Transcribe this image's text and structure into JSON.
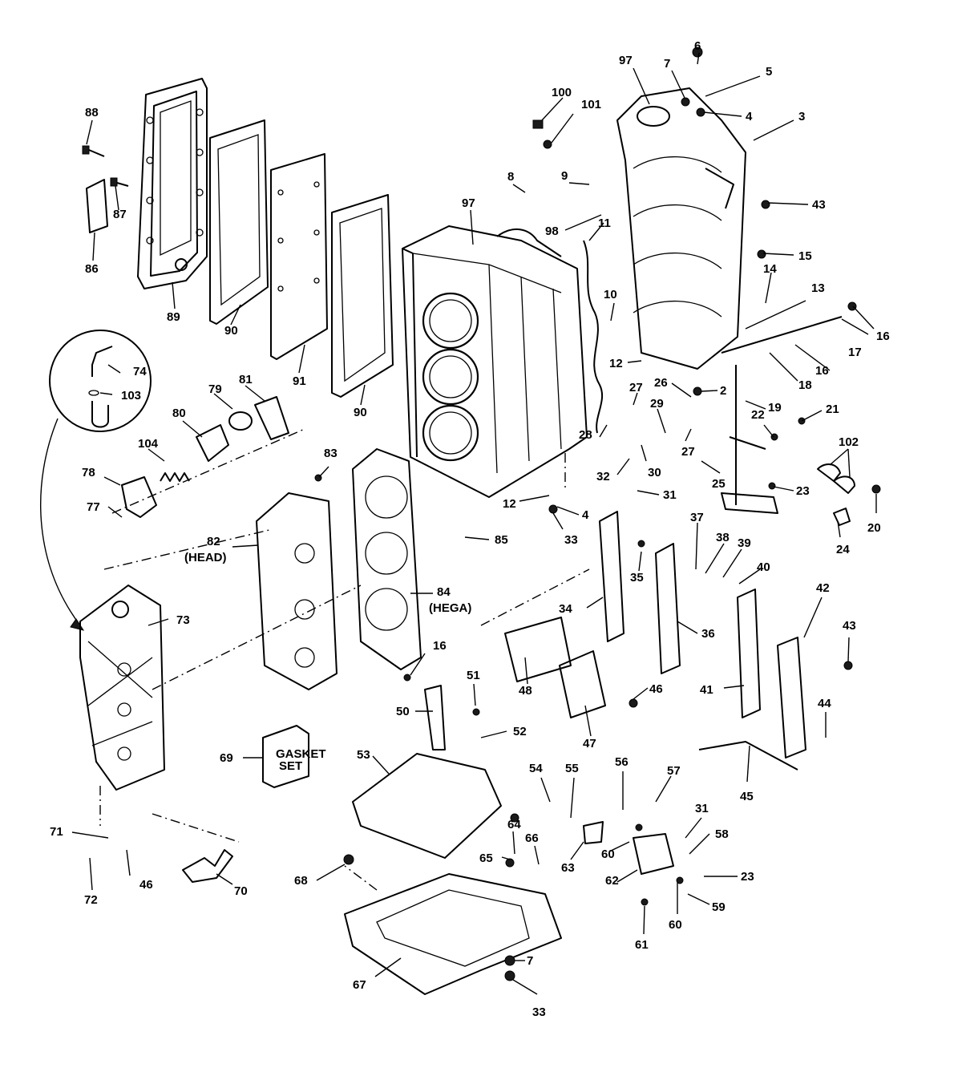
{
  "diagram": {
    "callouts": [
      {
        "id": "c97a",
        "text": "97"
      },
      {
        "id": "c6",
        "text": "6"
      },
      {
        "id": "c7a",
        "text": "7"
      },
      {
        "id": "c5",
        "text": "5"
      },
      {
        "id": "c4a",
        "text": "4"
      },
      {
        "id": "c3",
        "text": "3"
      },
      {
        "id": "c100",
        "text": "100"
      },
      {
        "id": "c101",
        "text": "101"
      },
      {
        "id": "c88",
        "text": "88"
      },
      {
        "id": "c87",
        "text": "87"
      },
      {
        "id": "c86",
        "text": "86"
      },
      {
        "id": "c89",
        "text": "89"
      },
      {
        "id": "c90a",
        "text": "90"
      },
      {
        "id": "c91",
        "text": "91"
      },
      {
        "id": "c90b",
        "text": "90"
      },
      {
        "id": "c8",
        "text": "8"
      },
      {
        "id": "c9",
        "text": "9"
      },
      {
        "id": "c97b",
        "text": "97"
      },
      {
        "id": "c98",
        "text": "98"
      },
      {
        "id": "c11",
        "text": "11"
      },
      {
        "id": "c43a",
        "text": "43"
      },
      {
        "id": "c15",
        "text": "15"
      },
      {
        "id": "c14",
        "text": "14"
      },
      {
        "id": "c13",
        "text": "13"
      },
      {
        "id": "c10",
        "text": "10"
      },
      {
        "id": "c16a",
        "text": "16"
      },
      {
        "id": "c17",
        "text": "17"
      },
      {
        "id": "c16b",
        "text": "16"
      },
      {
        "id": "c12a",
        "text": "12"
      },
      {
        "id": "c18",
        "text": "18"
      },
      {
        "id": "c2",
        "text": "2"
      },
      {
        "id": "c19",
        "text": "19"
      },
      {
        "id": "c26",
        "text": "26"
      },
      {
        "id": "c27a",
        "text": "27"
      },
      {
        "id": "c29",
        "text": "29"
      },
      {
        "id": "c27b",
        "text": "27"
      },
      {
        "id": "c22",
        "text": "22"
      },
      {
        "id": "c21",
        "text": "21"
      },
      {
        "id": "c74",
        "text": "74"
      },
      {
        "id": "c103",
        "text": "103"
      },
      {
        "id": "c79",
        "text": "79"
      },
      {
        "id": "c81",
        "text": "81"
      },
      {
        "id": "c80",
        "text": "80"
      },
      {
        "id": "c104",
        "text": "104"
      },
      {
        "id": "c78",
        "text": "78"
      },
      {
        "id": "c77",
        "text": "77"
      },
      {
        "id": "c83",
        "text": "83"
      },
      {
        "id": "c28",
        "text": "28"
      },
      {
        "id": "c30",
        "text": "30"
      },
      {
        "id": "c32",
        "text": "32"
      },
      {
        "id": "c102",
        "text": "102"
      },
      {
        "id": "c25",
        "text": "25"
      },
      {
        "id": "c23a",
        "text": "23"
      },
      {
        "id": "c20",
        "text": "20"
      },
      {
        "id": "c31a",
        "text": "31"
      },
      {
        "id": "c12b",
        "text": "12"
      },
      {
        "id": "c4b",
        "text": "4"
      },
      {
        "id": "c33a",
        "text": "33"
      },
      {
        "id": "c85",
        "text": "85"
      },
      {
        "id": "c24",
        "text": "24"
      },
      {
        "id": "c82",
        "text": "82"
      },
      {
        "id": "c82sub",
        "text": "(HEAD)"
      },
      {
        "id": "c84",
        "text": "84"
      },
      {
        "id": "c84sub",
        "text": "(HEGA)"
      },
      {
        "id": "c37",
        "text": "37"
      },
      {
        "id": "c38",
        "text": "38"
      },
      {
        "id": "c39",
        "text": "39"
      },
      {
        "id": "c40",
        "text": "40"
      },
      {
        "id": "c35",
        "text": "35"
      },
      {
        "id": "c42",
        "text": "42"
      },
      {
        "id": "c34",
        "text": "34"
      },
      {
        "id": "c36",
        "text": "36"
      },
      {
        "id": "c43b",
        "text": "43"
      },
      {
        "id": "c73",
        "text": "73"
      },
      {
        "id": "c16c",
        "text": "16"
      },
      {
        "id": "c51",
        "text": "51"
      },
      {
        "id": "c48",
        "text": "48"
      },
      {
        "id": "c46a",
        "text": "46"
      },
      {
        "id": "c41",
        "text": "41"
      },
      {
        "id": "c50",
        "text": "50"
      },
      {
        "id": "c47",
        "text": "47"
      },
      {
        "id": "c52",
        "text": "52"
      },
      {
        "id": "c44",
        "text": "44"
      },
      {
        "id": "c69",
        "text": "69"
      },
      {
        "id": "c53",
        "text": "53"
      },
      {
        "id": "c56",
        "text": "56"
      },
      {
        "id": "c57",
        "text": "57"
      },
      {
        "id": "c45",
        "text": "45"
      },
      {
        "id": "c54",
        "text": "54"
      },
      {
        "id": "c55",
        "text": "55"
      },
      {
        "id": "c31b",
        "text": "31"
      },
      {
        "id": "c64",
        "text": "64"
      },
      {
        "id": "c66",
        "text": "66"
      },
      {
        "id": "c58",
        "text": "58"
      },
      {
        "id": "c71",
        "text": "71"
      },
      {
        "id": "c65",
        "text": "65"
      },
      {
        "id": "c60a",
        "text": "60"
      },
      {
        "id": "c63",
        "text": "63"
      },
      {
        "id": "c23b",
        "text": "23"
      },
      {
        "id": "c62",
        "text": "62"
      },
      {
        "id": "c68",
        "text": "68"
      },
      {
        "id": "c72",
        "text": "72"
      },
      {
        "id": "c46b",
        "text": "46"
      },
      {
        "id": "c70",
        "text": "70"
      },
      {
        "id": "c59",
        "text": "59"
      },
      {
        "id": "c60b",
        "text": "60"
      },
      {
        "id": "c61",
        "text": "61"
      },
      {
        "id": "c7b",
        "text": "7"
      },
      {
        "id": "c67",
        "text": "67"
      },
      {
        "id": "c33b",
        "text": "33"
      }
    ],
    "kit_label": {
      "line1": "GASKET",
      "line2": "SET"
    }
  }
}
